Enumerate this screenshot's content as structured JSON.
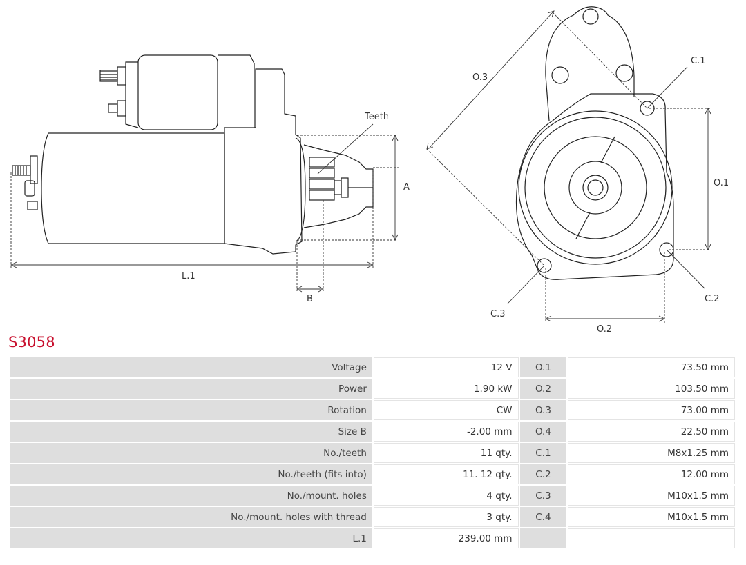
{
  "drawing": {
    "labels": {
      "teeth": "Teeth",
      "a": "A",
      "b": "B",
      "l1": "L.1",
      "o1": "O.1",
      "o2": "O.2",
      "o3": "O.3",
      "c1": "C.1",
      "c2": "C.2",
      "c3": "C.3"
    }
  },
  "product_code": "S3058",
  "specs": [
    {
      "label": "Voltage",
      "value": "12 V",
      "key": "O.1",
      "key_value": "73.50 mm"
    },
    {
      "label": "Power",
      "value": "1.90 kW",
      "key": "O.2",
      "key_value": "103.50 mm"
    },
    {
      "label": "Rotation",
      "value": "CW",
      "key": "O.3",
      "key_value": "73.00 mm"
    },
    {
      "label": "Size B",
      "value": "-2.00 mm",
      "key": "O.4",
      "key_value": "22.50 mm"
    },
    {
      "label": "No./teeth",
      "value": "11 qty.",
      "key": "C.1",
      "key_value": "M8x1.25 mm"
    },
    {
      "label": "No./teeth (fits into)",
      "value": "11. 12 qty.",
      "key": "C.2",
      "key_value": "12.00 mm"
    },
    {
      "label": "No./mount. holes",
      "value": "4 qty.",
      "key": "C.3",
      "key_value": "M10x1.5 mm"
    },
    {
      "label": "No./mount. holes with thread",
      "value": "3 qty.",
      "key": "C.4",
      "key_value": "M10x1.5 mm"
    },
    {
      "label": "L.1",
      "value": "239.00 mm",
      "key": "",
      "key_value": ""
    }
  ]
}
